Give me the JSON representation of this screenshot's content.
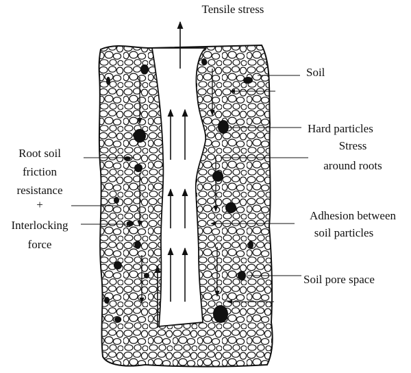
{
  "title": "Tensile stress",
  "labels": {
    "soil": "Soil",
    "hard_particles": "Hard particles",
    "stress_1": "Stress",
    "stress_2": "around roots",
    "root_1": "Root soil",
    "root_2": "friction",
    "root_3": "resistance",
    "plus": "+",
    "interlock_1": "Interlocking",
    "interlock_2": "force",
    "adhesion_1": "Adhesion between",
    "adhesion_2": "soil particles",
    "pore": "Soil pore space"
  }
}
